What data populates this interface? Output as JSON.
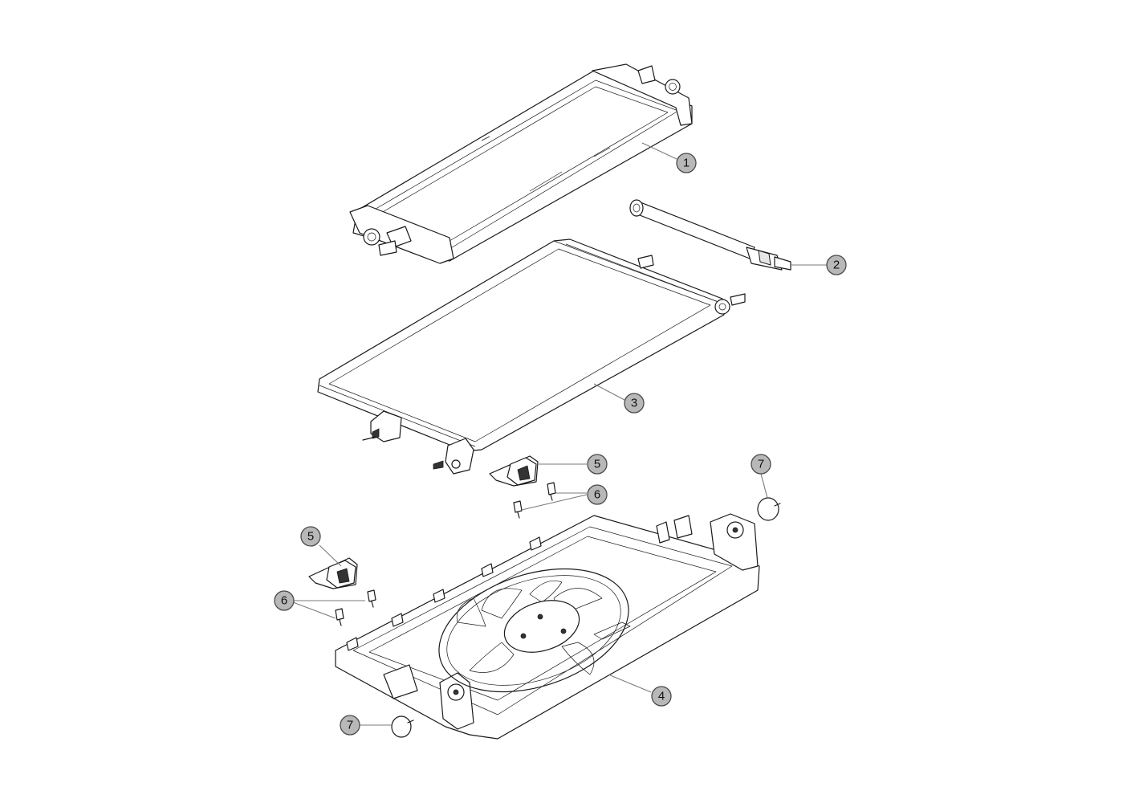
{
  "callouts": [
    {
      "id": "c1",
      "label": "1"
    },
    {
      "id": "c2",
      "label": "2"
    },
    {
      "id": "c3",
      "label": "3"
    },
    {
      "id": "c4",
      "label": "4"
    },
    {
      "id": "c5a",
      "label": "5"
    },
    {
      "id": "c5b",
      "label": "5"
    },
    {
      "id": "c6a",
      "label": "6"
    },
    {
      "id": "c6b",
      "label": "6"
    },
    {
      "id": "c7a",
      "label": "7"
    },
    {
      "id": "c7b",
      "label": "7"
    }
  ],
  "colors": {
    "line": "#1a1a1a",
    "callout_fill": "#b8b8b8",
    "leader": "#7a7a7a"
  }
}
